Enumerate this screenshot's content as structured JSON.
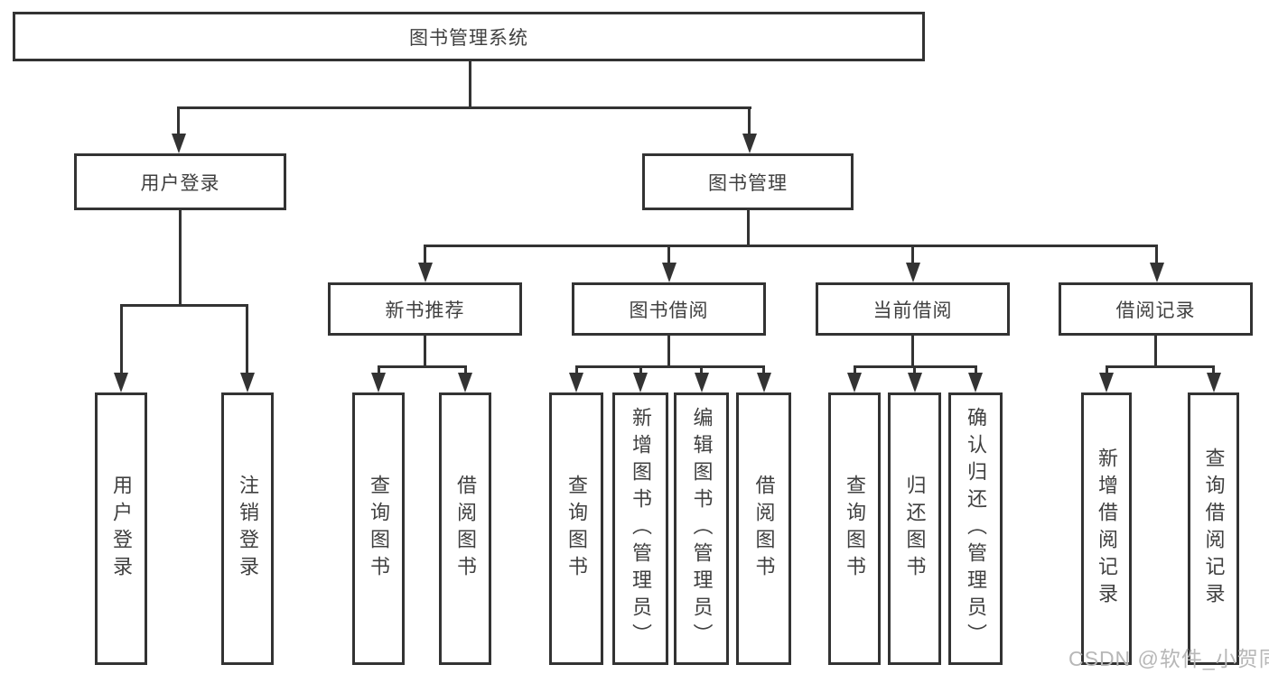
{
  "diagram": {
    "title": "图书管理系统",
    "level2": [
      {
        "label": "用户登录"
      },
      {
        "label": "图书管理"
      }
    ],
    "level3": [
      {
        "label": "新书推荐"
      },
      {
        "label": "图书借阅"
      },
      {
        "label": "当前借阅"
      },
      {
        "label": "借阅记录"
      }
    ],
    "leaves": {
      "login": [
        {
          "label": "用户登录"
        },
        {
          "label": "注销登录"
        }
      ],
      "recommend": [
        {
          "label": "查询图书"
        },
        {
          "label": "借阅图书"
        }
      ],
      "borrow": [
        {
          "label": "查询图书"
        },
        {
          "label": "新增图书（管理员）"
        },
        {
          "label": "编辑图书（管理员）"
        },
        {
          "label": "借阅图书"
        }
      ],
      "current": [
        {
          "label": "查询图书"
        },
        {
          "label": "归还图书"
        },
        {
          "label": "确认归还（管理员）"
        }
      ],
      "records": [
        {
          "label": "新增借阅记录"
        },
        {
          "label": "查询借阅记录"
        }
      ]
    }
  },
  "watermark": {
    "text": "CSDN @软件_小贺同学",
    "color": "#b7b7b7"
  },
  "colors": {
    "line": "#333333",
    "text": "#404040",
    "background": "#ffffff"
  }
}
